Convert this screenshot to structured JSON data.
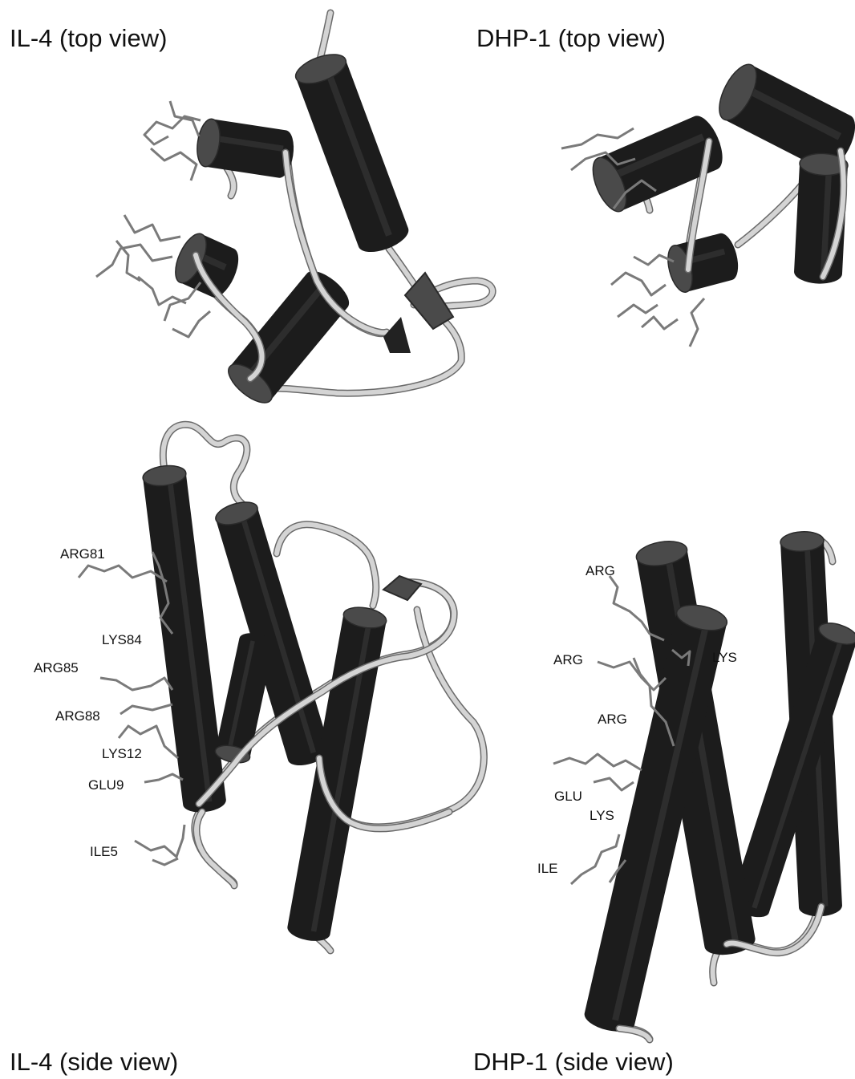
{
  "panels": {
    "il4_top": {
      "title": "IL-4 (top view)"
    },
    "dhp1_top": {
      "title": "DHP-1 (top view)"
    },
    "il4_side": {
      "title": "IL-4 (side view)",
      "residues": [
        "ARG81",
        "LYS84",
        "ARG85",
        "ARG88",
        "LYS12",
        "GLU9",
        "ILE5"
      ]
    },
    "dhp1_side": {
      "title": "DHP-1 (side view)",
      "residues": [
        "ARG",
        "ARG",
        "LYS",
        "ARG",
        "GLU",
        "LYS",
        "ILE"
      ]
    }
  },
  "colors": {
    "helix": "#1c1c1c",
    "helix_end": "#4a4a4a",
    "coil": "#d4d4d4",
    "coil_outline": "#6a6a6a",
    "side_chain": "#7a7a7a"
  }
}
